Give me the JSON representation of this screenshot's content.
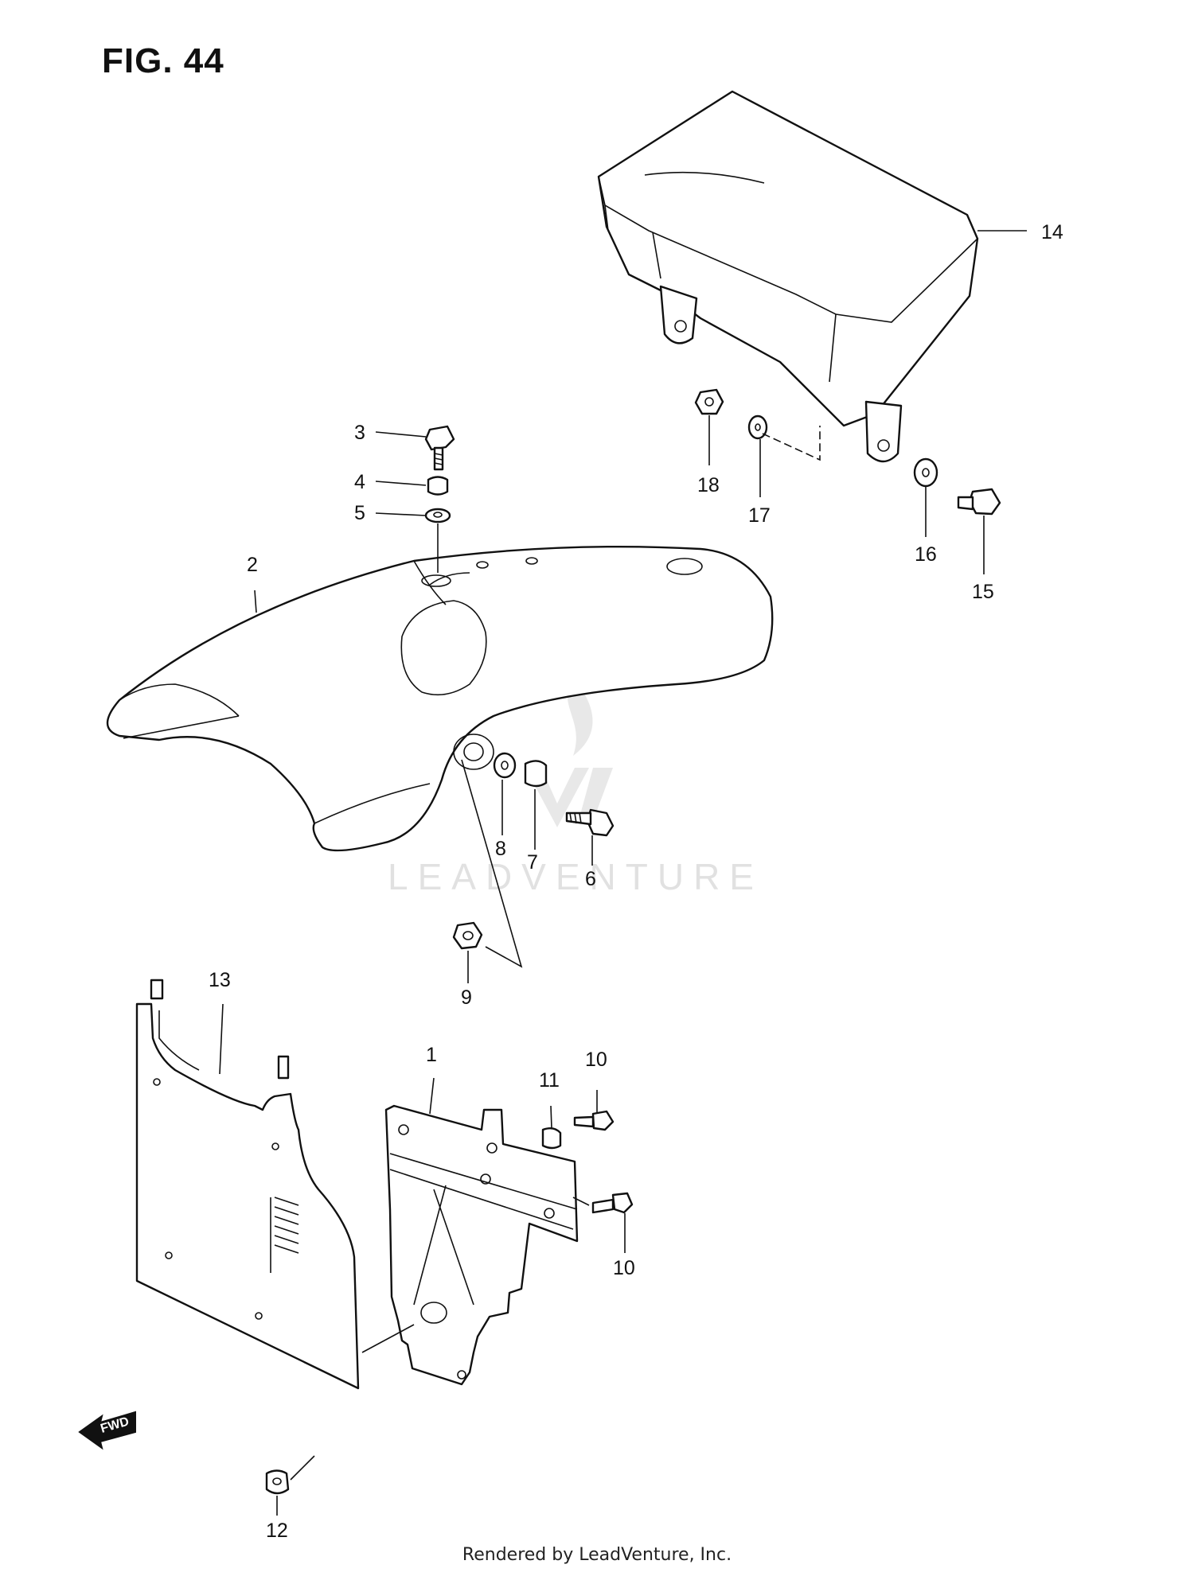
{
  "figure": {
    "title": "FIG. 44"
  },
  "watermark": "LEADVENTURE",
  "fwd_label": "FWD",
  "footer": "Rendered by LeadVenture, Inc.",
  "parts": {
    "p1": "1",
    "p2": "2",
    "p3": "3",
    "p4": "4",
    "p5": "5",
    "p6": "6",
    "p7": "7",
    "p8": "8",
    "p9": "9",
    "p10a": "10",
    "p10b": "10",
    "p11": "11",
    "p12": "12",
    "p13": "13",
    "p14": "14",
    "p15": "15",
    "p16": "16",
    "p17": "17",
    "p18": "18"
  }
}
